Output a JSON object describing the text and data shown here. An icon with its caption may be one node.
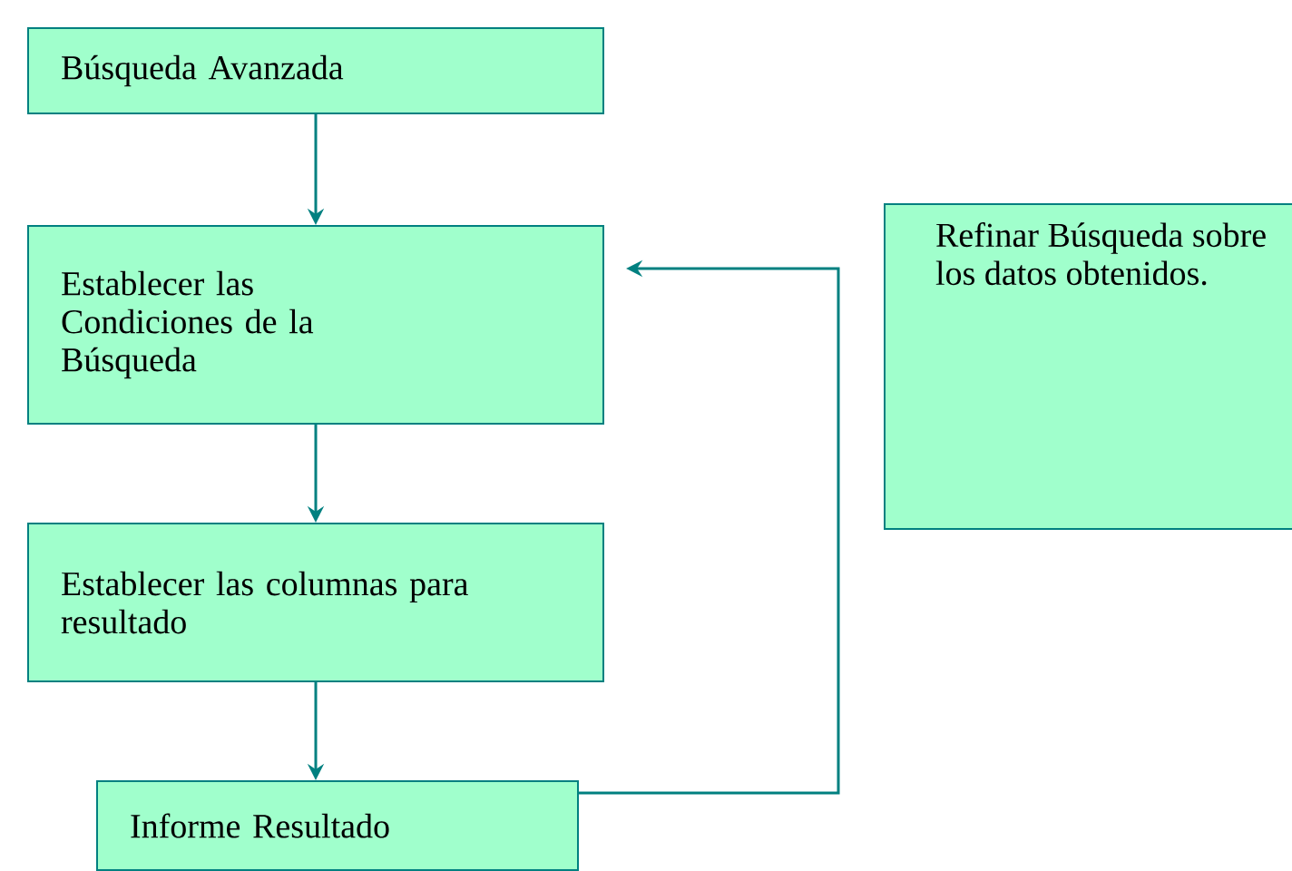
{
  "diagram": {
    "nodes": [
      {
        "text": [
          "Búsqueda Avanzada"
        ]
      },
      {
        "text": [
          "Establecer las Condiciones de la Búsqueda"
        ]
      },
      {
        "text": [
          "Establecer las columnas para resultado"
        ]
      },
      {
        "text": [
          "Informe Resultado"
        ]
      },
      {
        "text": [
          "Refinar Búsqueda sobre los datos obtenidos."
        ]
      }
    ],
    "edges": [
      {
        "from": 0,
        "to": 1,
        "arrow": "to"
      },
      {
        "from": 1,
        "to": 2,
        "arrow": "to"
      },
      {
        "from": 2,
        "to": 3,
        "arrow": "to"
      },
      {
        "from": 3,
        "to": 1,
        "arrow": "to"
      }
    ]
  }
}
